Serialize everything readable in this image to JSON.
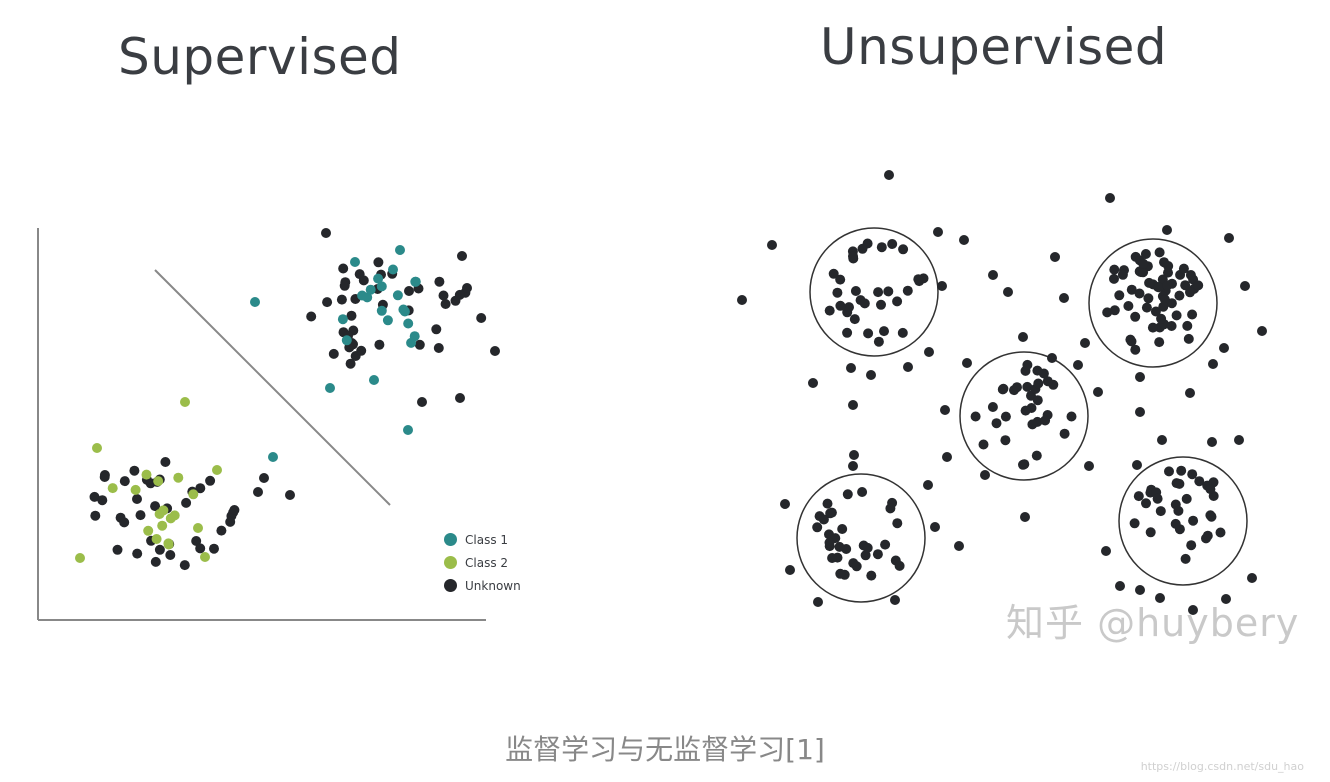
{
  "titles": {
    "left": "Supervised",
    "right": "Unsupervised"
  },
  "legend": [
    {
      "label": "Class 1",
      "color": "#2b8a8a"
    },
    {
      "label": "Class 2",
      "color": "#9bbd4a"
    },
    {
      "label": "Unknown",
      "color": "#25272b"
    }
  ],
  "watermark": "知乎 @huybery",
  "caption": "监督学习与无监督学习[1]",
  "credit": "https://blog.csdn.net/sdu_hao"
}
